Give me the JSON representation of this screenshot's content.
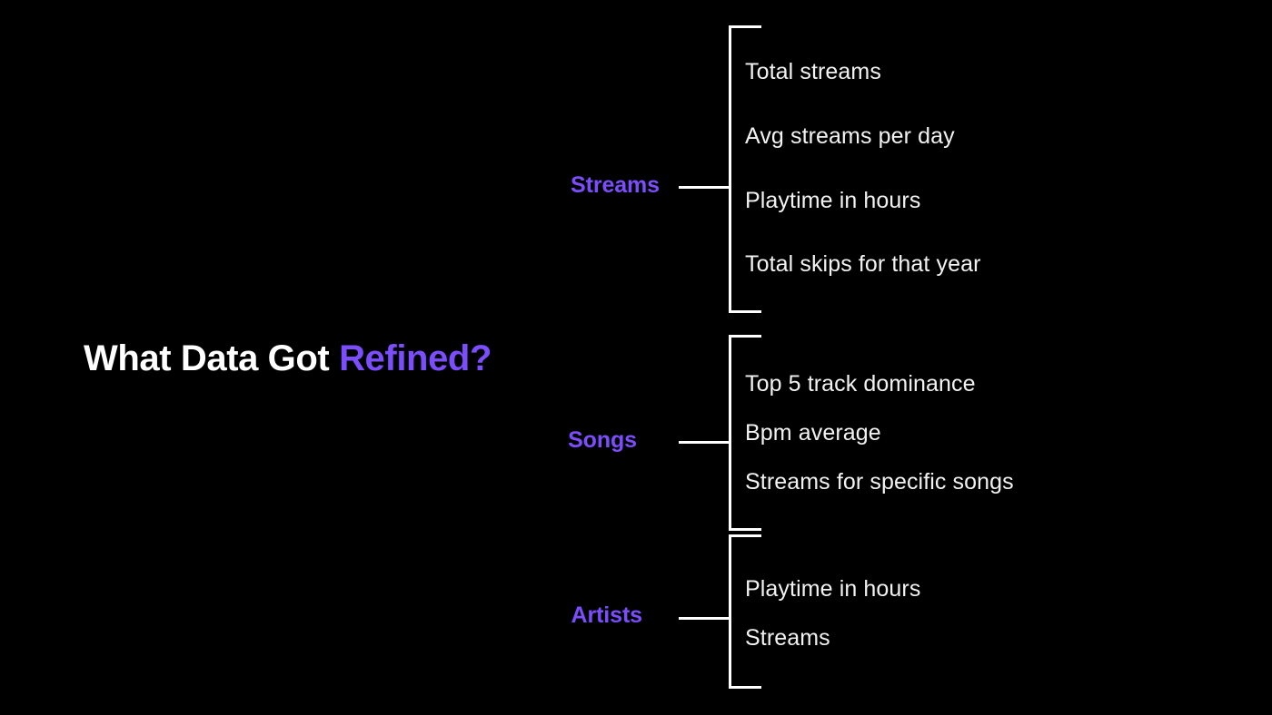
{
  "slide": {
    "background_color": "#000000",
    "accent_color": "#7b4dfd",
    "text_color": "#ffffff",
    "line_color": "#ffffff"
  },
  "title": {
    "plain": "What Data Got ",
    "accent": "Refined?",
    "full": "What Data Got Refined?"
  },
  "branches": [
    {
      "label": "Streams",
      "items": [
        "Total streams",
        "Avg streams per day",
        "Playtime in hours",
        "Total skips for that year"
      ]
    },
    {
      "label": "Songs",
      "items": [
        "Top 5 track dominance",
        "Bpm average",
        "Streams for specific songs"
      ]
    },
    {
      "label": "Artists",
      "items": [
        "Playtime in hours",
        "Streams"
      ]
    }
  ]
}
